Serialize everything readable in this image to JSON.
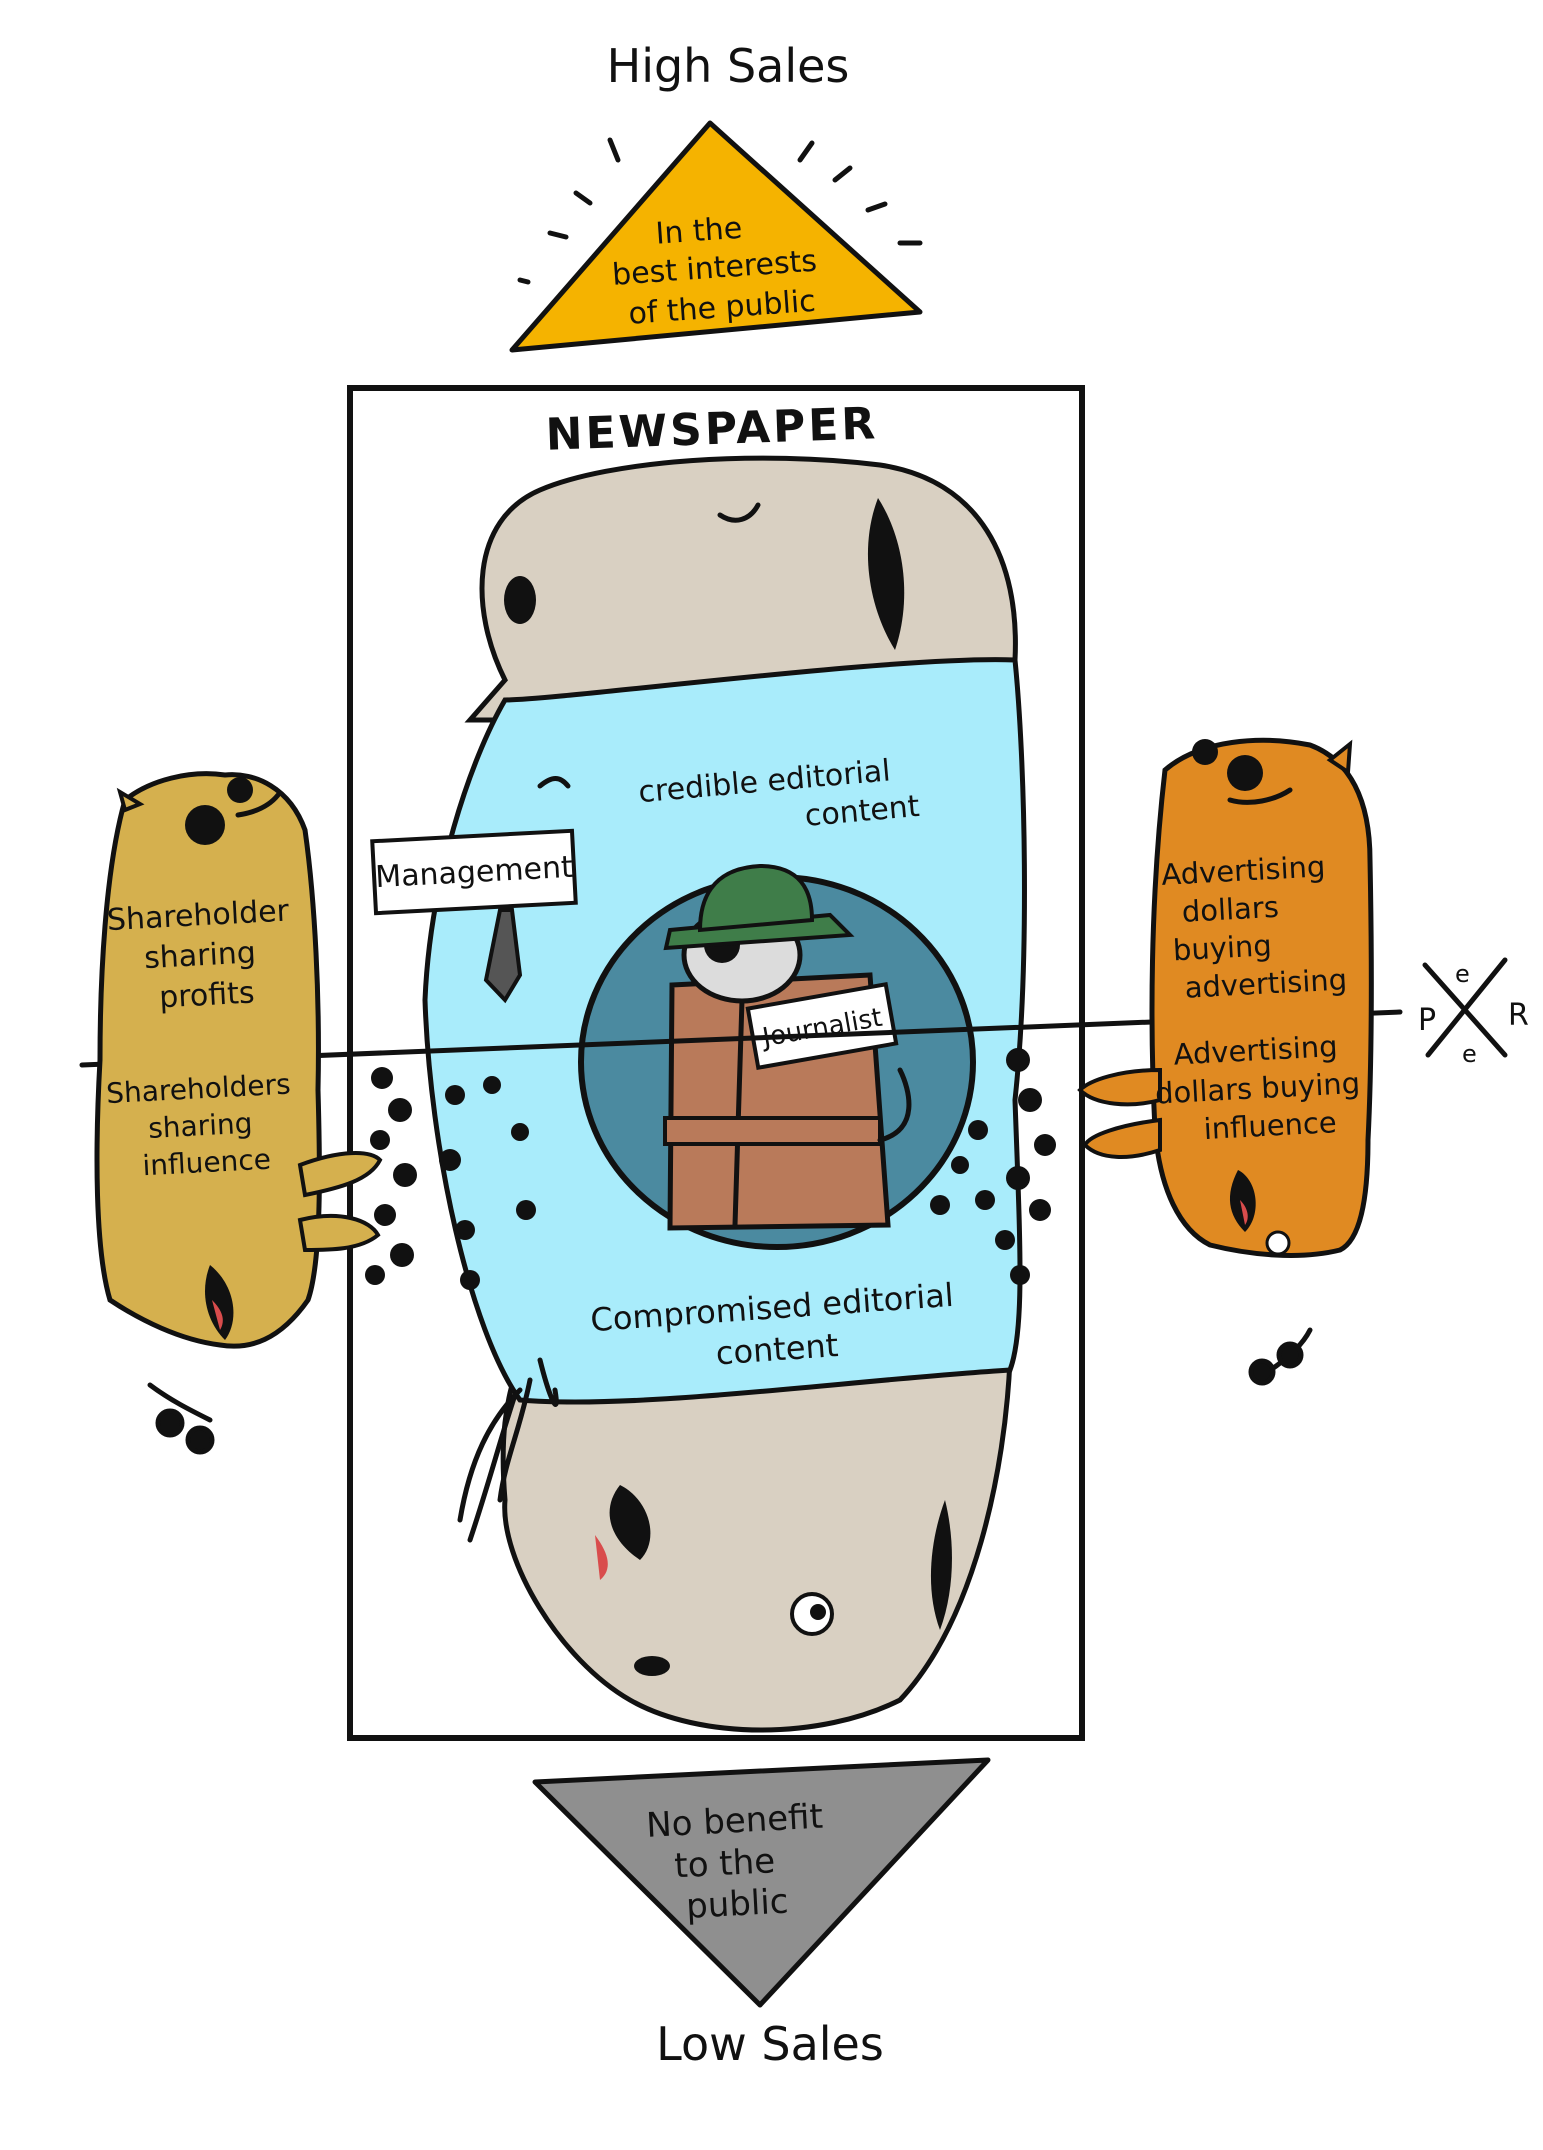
{
  "top": {
    "title": "High Sales",
    "triangle_lines": [
      "In the",
      "best interests",
      "of the public"
    ],
    "color": "#f5b300"
  },
  "newspaper": {
    "title": "NEWSPAPER"
  },
  "upper_zone": {
    "lines": [
      "credible editorial",
      "content"
    ]
  },
  "lower_zone": {
    "lines": [
      "Compromised editorial",
      "content"
    ]
  },
  "management": {
    "label": "Management"
  },
  "journalist": {
    "label": "Journalist"
  },
  "left_figure": {
    "upper_lines": [
      "Shareholder",
      "sharing",
      "profits"
    ],
    "lower_lines": [
      "Shareholders",
      "sharing",
      "influence"
    ],
    "color": "#d5b04e"
  },
  "right_figure": {
    "upper_lines": [
      "Advertising",
      "dollars",
      "buying",
      "advertising"
    ],
    "lower_lines": [
      "Advertising",
      "dollars buying",
      "influence"
    ],
    "color": "#e08a22"
  },
  "corner_mark": {
    "letters": [
      "P",
      "e",
      "R",
      "e"
    ]
  },
  "bottom": {
    "title": "Low Sales",
    "triangle_lines": [
      "No benefit",
      "to the",
      "public"
    ],
    "color": "#8f8f8f"
  },
  "colors": {
    "zone": "#a9ecfb",
    "monster": "#d9d0c2",
    "bubble": "#4b8aa0",
    "coat": "#b97a5a",
    "hat": "#3f7d49",
    "ink": "#111111"
  }
}
